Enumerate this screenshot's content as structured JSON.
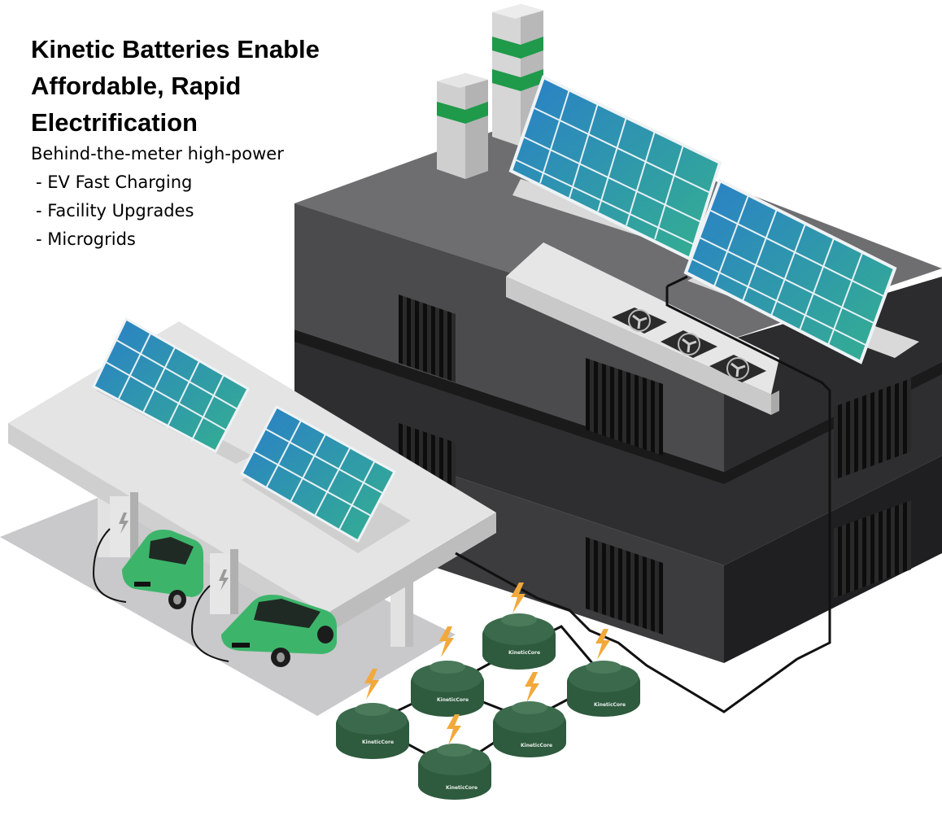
{
  "headline": "Kinetic Batteries Enable Affordable, Rapid Electrification",
  "subheading": "Behind-the-meter high-power",
  "applications": [
    "- EV Fast Charging",
    "- Facility Upgrades",
    "- Microgrids"
  ],
  "battery_brand": "KineticCore",
  "icons": [
    "solar-panel-icon",
    "fan-icon",
    "lightning-bolt-icon",
    "ev-charger-icon",
    "electric-car-icon"
  ],
  "colors": {
    "battery_green": "#2e5a3e",
    "car_green": "#3cb56b",
    "bolt_orange": "#f2a93b",
    "building_dark": "#4a4a4c",
    "accent_green": "#1e9a4a"
  }
}
